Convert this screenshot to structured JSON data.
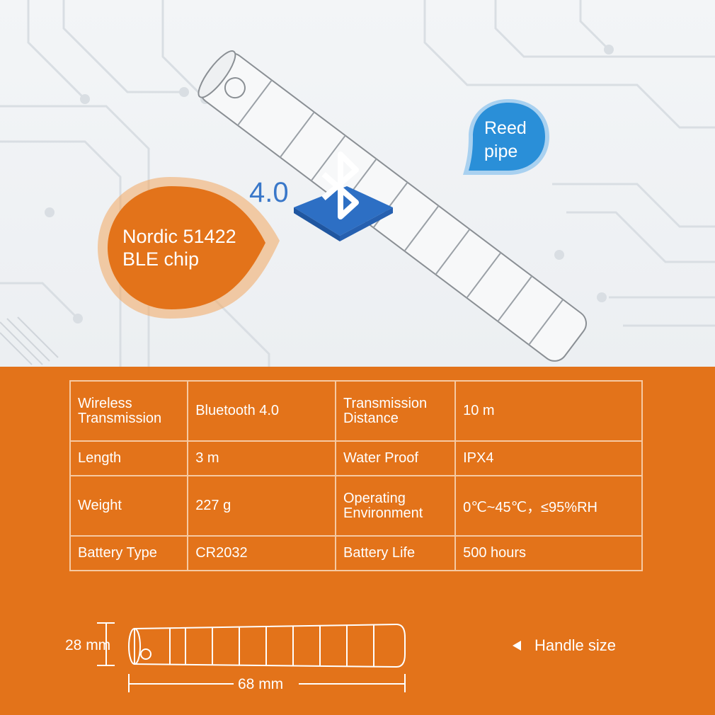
{
  "bubbles": {
    "chip": {
      "line1": "Nordic 51422",
      "line2": "BLE chip",
      "color": "#e3731a"
    },
    "reed": {
      "line1": "Reed",
      "line2": "pipe",
      "color": "#2a8fd8"
    }
  },
  "bluetooth": {
    "version": "4.0",
    "color": "#3a78c9",
    "icon": "bluetooth-icon"
  },
  "specs": [
    [
      {
        "label": "Wireless Transmission",
        "value": "Bluetooth 4.0"
      },
      {
        "label": "Transmission Distance",
        "value": "10 m"
      }
    ],
    [
      {
        "label": "Length",
        "value": "3 m"
      },
      {
        "label": "Water Proof",
        "value": "IPX4"
      }
    ],
    [
      {
        "label": "Weight",
        "value": "227 g"
      },
      {
        "label": "Operating Environment",
        "value": "0℃~45℃，≤95%RH"
      }
    ],
    [
      {
        "label": "Battery Type",
        "value": "CR2032"
      },
      {
        "label": "Battery Life",
        "value": "500 hours"
      }
    ]
  ],
  "dimensions": {
    "diameter": "28 mm",
    "length": "68 mm"
  },
  "handle_label": "Handle size",
  "colors": {
    "accent_orange": "#e3731a",
    "accent_blue": "#2a8fd8"
  }
}
